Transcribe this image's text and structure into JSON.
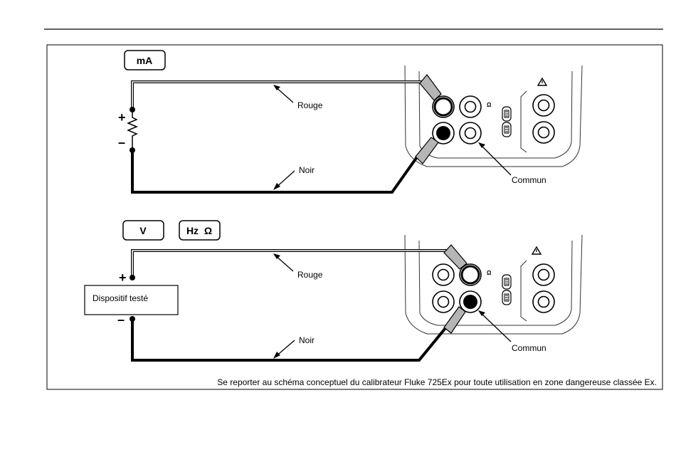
{
  "top_diagram": {
    "mode_button": "mA",
    "plus_sign": "+",
    "minus_sign": "–",
    "red_lead_label": "Rouge",
    "black_lead_label": "Noir",
    "common_label": "Commun",
    "ohm_symbol": "Ω"
  },
  "bottom_diagram": {
    "mode_button_v": "V",
    "mode_button_hz": "Hz  Ω",
    "plus_sign": "+",
    "minus_sign": "–",
    "device_label": "Dispositif testé",
    "red_lead_label": "Rouge",
    "black_lead_label": "Noir",
    "common_label": "Commun",
    "ohm_symbol": "Ω"
  },
  "footnote": "Se reporter au schéma conceptuel du calibrateur Fluke 725Ex pour toute utilisation en zone dangereuse classée Ex."
}
